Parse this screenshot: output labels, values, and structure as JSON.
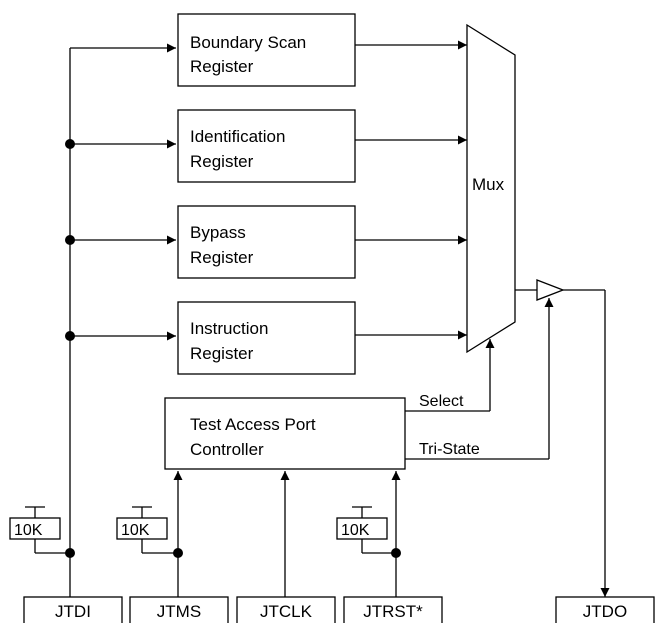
{
  "registers": [
    {
      "line1": "Boundary Scan",
      "line2": "Register"
    },
    {
      "line1": "Identification",
      "line2": "Register"
    },
    {
      "line1": "Bypass",
      "line2": "Register"
    },
    {
      "line1": "Instruction",
      "line2": "Register"
    }
  ],
  "mux_label": "Mux",
  "tap": {
    "line1": "Test Access Port",
    "line2": "Controller"
  },
  "signals": {
    "select": "Select",
    "tristate": "Tri-State"
  },
  "resistor_value": "10K",
  "pins": [
    "JTDI",
    "JTMS",
    "JTCLK",
    "JTRST*",
    "JTDO"
  ]
}
